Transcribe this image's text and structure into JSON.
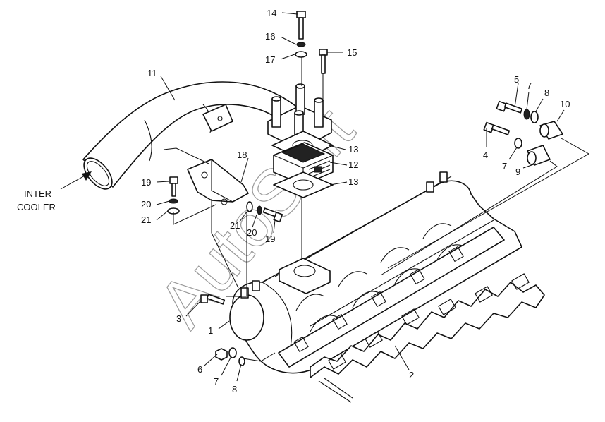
{
  "diagram": {
    "side_label_line1": "INTER",
    "side_label_line2": "COOLER",
    "watermark": "AutoSoft",
    "callouts": {
      "c1": "1",
      "c2": "2",
      "c3": "3",
      "c4": "4",
      "c5": "5",
      "c6": "6",
      "c7a": "7",
      "c7b": "7",
      "c7c": "7",
      "c8a": "8",
      "c8b": "8",
      "c9": "9",
      "c10": "10",
      "c11": "11",
      "c12": "12",
      "c13a": "13",
      "c13b": "13",
      "c14": "14",
      "c15": "15",
      "c16": "16",
      "c17": "17",
      "c18": "18",
      "c19a": "19",
      "c19b": "19",
      "c20a": "20",
      "c20b": "20",
      "c21a": "21",
      "c21b": "21"
    }
  }
}
